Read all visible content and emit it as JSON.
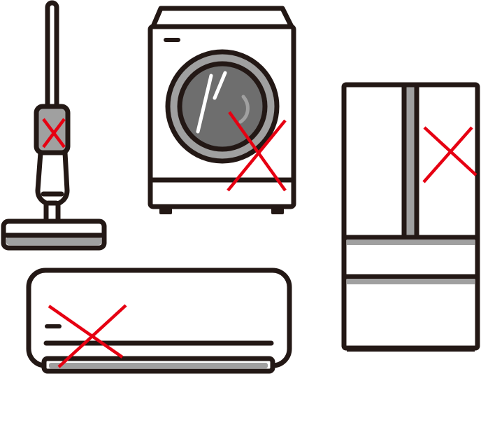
{
  "scene": {
    "subject": "appliances-with-x-marks",
    "items": [
      {
        "id": "stick-vacuum",
        "icon": "stick-vacuum-icon",
        "marked": true
      },
      {
        "id": "drum-washer",
        "icon": "washing-machine-icon",
        "marked": true
      },
      {
        "id": "french-door-fridge",
        "icon": "refrigerator-icon",
        "marked": true
      },
      {
        "id": "air-conditioner",
        "icon": "air-conditioner-icon",
        "marked": true
      }
    ]
  },
  "colors": {
    "outline": "#231815",
    "gray_fill": "#a0a0a0",
    "glass": "#6e6e6e",
    "mark": "#e60012",
    "background": "#ffffff"
  }
}
